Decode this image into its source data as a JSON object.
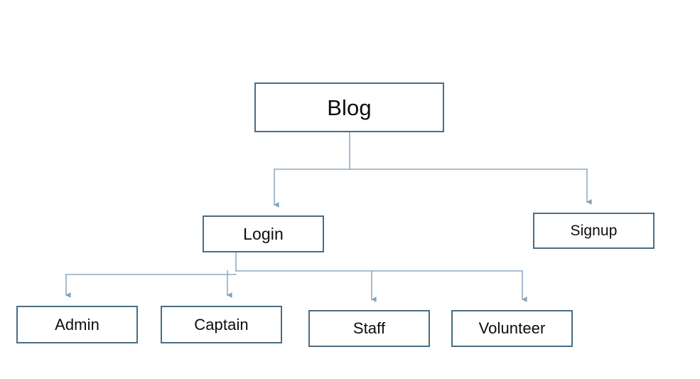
{
  "diagram": {
    "title": "Blog site map flowchart",
    "type": "tree-flowchart",
    "style": {
      "background": "#ffffff",
      "node_border_color": "#4a6d85",
      "node_fill_color": "#ffffff",
      "node_text_color": "#0d0d0d",
      "connector_color": "#8fabc4",
      "arrowhead_color": "#7fa3c0"
    },
    "nodes": [
      {
        "id": "blog",
        "label": "Blog",
        "level": 0
      },
      {
        "id": "login",
        "label": "Login",
        "level": 1
      },
      {
        "id": "signup",
        "label": "Signup",
        "level": 1
      },
      {
        "id": "admin",
        "label": "Admin",
        "level": 2
      },
      {
        "id": "captain",
        "label": "Captain",
        "level": 2
      },
      {
        "id": "staff",
        "label": "Staff",
        "level": 2
      },
      {
        "id": "volunteer",
        "label": "Volunteer",
        "level": 2
      }
    ],
    "edges": [
      {
        "from": "blog",
        "to": "login",
        "arrow": "down"
      },
      {
        "from": "blog",
        "to": "signup",
        "arrow": "down"
      },
      {
        "from": "login",
        "to": "admin",
        "arrow": "down"
      },
      {
        "from": "login",
        "to": "captain",
        "arrow": "down"
      },
      {
        "from": "login",
        "to": "staff",
        "arrow": "down"
      },
      {
        "from": "login",
        "to": "volunteer",
        "arrow": "down"
      }
    ]
  }
}
